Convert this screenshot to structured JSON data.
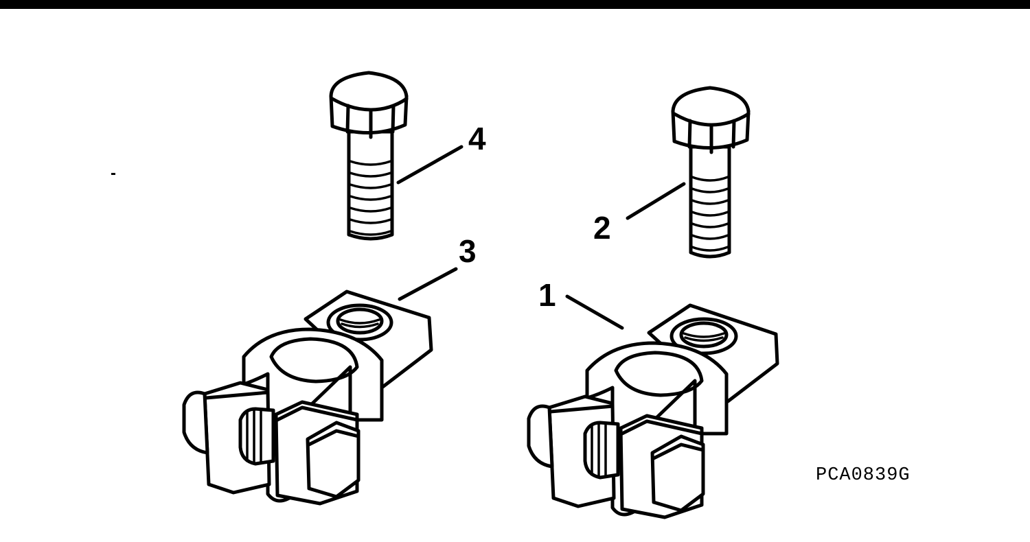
{
  "figure_id": "PCA0839G",
  "callouts": {
    "c1": "1",
    "c2": "2",
    "c3": "3",
    "c4": "4"
  },
  "colors": {
    "ink": "#000000",
    "paper": "#ffffff"
  }
}
